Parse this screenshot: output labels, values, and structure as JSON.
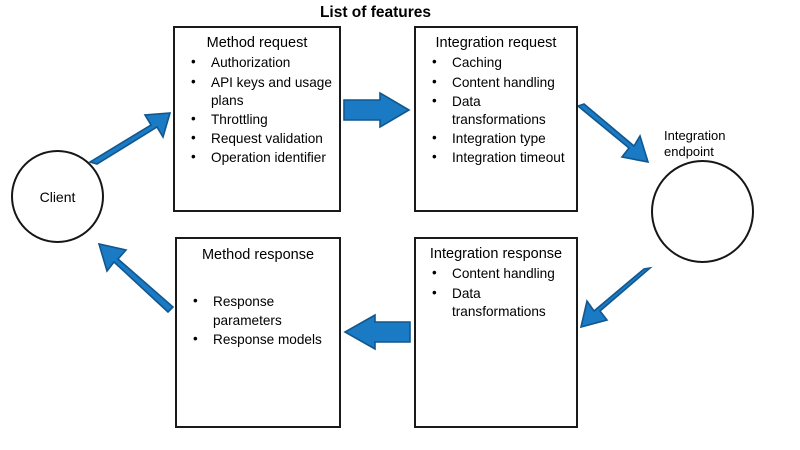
{
  "diagram": {
    "title": "List of features",
    "accent_color": "#1B7AC4",
    "accent_stroke": "#10578F",
    "outline_color": "#1A1A1A",
    "background": "#FFFFFF",
    "nodes": {
      "client": {
        "label": "Client"
      },
      "integration_endpoint": {
        "label": "Integration endpoint"
      }
    },
    "boxes": [
      {
        "id": "method-request",
        "title": "Method request",
        "bullets": [
          "Authorization",
          "API keys and usage plans",
          "Throttling",
          "Request validation",
          "Operation identifier"
        ]
      },
      {
        "id": "integration-request",
        "title": "Integration request",
        "bullets": [
          "Caching",
          "Content handling",
          "Data transformations",
          "Integration type",
          "Integration timeout"
        ]
      },
      {
        "id": "method-response",
        "title": "Method response",
        "bullets": [
          "Response parameters",
          "Response models"
        ]
      },
      {
        "id": "integration-response",
        "title": "Integration response",
        "bullets": [
          "Content handling",
          "Data transformations"
        ]
      }
    ],
    "arrows": [
      {
        "id": "client-to-method-request",
        "from": "client",
        "to": "method-request",
        "direction": "up-right"
      },
      {
        "id": "method-request-to-integration-request",
        "from": "method-request",
        "to": "integration-request",
        "direction": "right"
      },
      {
        "id": "integration-request-to-endpoint",
        "from": "integration-request",
        "to": "integration-endpoint",
        "direction": "down-right"
      },
      {
        "id": "endpoint-to-integration-response",
        "from": "integration-endpoint",
        "to": "integration-response",
        "direction": "down-left"
      },
      {
        "id": "integration-response-to-method-response",
        "from": "integration-response",
        "to": "method-response",
        "direction": "left"
      },
      {
        "id": "method-response-to-client",
        "from": "method-response",
        "to": "client",
        "direction": "up-left"
      }
    ]
  }
}
